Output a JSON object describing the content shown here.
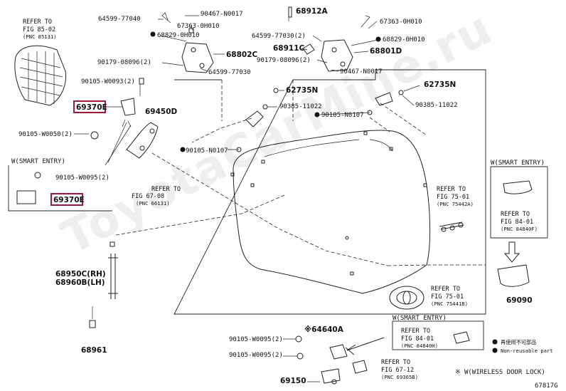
{
  "diagram_id": "67817G",
  "watermark": "ToyotaCarMine.ru",
  "labels": {
    "p64599_77040": "64599-77040",
    "p90467_n0017_a": "90467-N0017",
    "p67363_0h010_a": "67363-0H010",
    "p68829_0h010_a": "68829-0H010",
    "p68802c": "68802C",
    "p90179_08096_a": "90179-08096(2)",
    "p64599_77030_a": "64599-77030",
    "p90105_w0093": "90105-W0093(2)",
    "p69370e_a": "69370E",
    "p69450d": "69450D",
    "p90105_w0050": "90105-W0050(2)",
    "p68912a": "68912A",
    "p64599_77030_b": "64599-77030(2)",
    "p68911c": "68911C",
    "p90179_08096_b": "90179-08096(2)",
    "p67363_0h010_b": "67363-0H010",
    "p68829_0h010_b": "68829-0H010",
    "p68801d": "68801D",
    "p90467_n0017_b": "90467-N0017",
    "p62735n_a": "62735N",
    "p62735n_b": "62735N",
    "p90385_11022_a": "90385-11022",
    "p90385_11022_b": "90385-11022",
    "p90105_n0107_a": "90105-N0107",
    "p90105_n0107_b": "90105-N0107",
    "smart_entry_a": "W(SMART ENTRY)",
    "p90105_w0095_a": "90105-W0095(2)",
    "p69370e_b": "69370E",
    "p68950c": "68950C(RH)",
    "p68960b": "68960B(LH)",
    "p68961": "68961",
    "smart_entry_b": "W(SMART ENTRY)",
    "p69090": "69090",
    "smart_entry_c": "W(SMART ENTRY)",
    "p64640a": "※64640A",
    "p90105_w0095_b": "90105-W0095(2)",
    "p90105_w0095_c": "90105-W0095(2)",
    "p69150": "69150",
    "legend_reusable": "再使用不可部品",
    "legend_nonreusable": "Non-reusable part",
    "wireless_note": "※ W(WIRELESS DOOR LOCK)"
  },
  "refs": {
    "fig85": [
      "REFER TO",
      "FIG 85-02",
      "(PNC 85131)"
    ],
    "fig67_08": [
      "REFER TO",
      "FIG 67-08",
      "(PNC 66131)"
    ],
    "fig75_01a": [
      "REFER TO",
      "FIG 75-01",
      "(PNC 75442A)"
    ],
    "fig84_01a": [
      "REFER TO",
      "FIG 84-01",
      "(PNC 84840F)"
    ],
    "fig75_01b": [
      "REFER TO",
      "FIG 75-01",
      "(PNC 75441B)"
    ],
    "fig84_01b": [
      "REFER TO",
      "FIG 84-01",
      "(PNC 84840H)"
    ],
    "fig67_12": [
      "REFER TO",
      "FIG 67-12",
      "(PNC 69365B)"
    ]
  }
}
